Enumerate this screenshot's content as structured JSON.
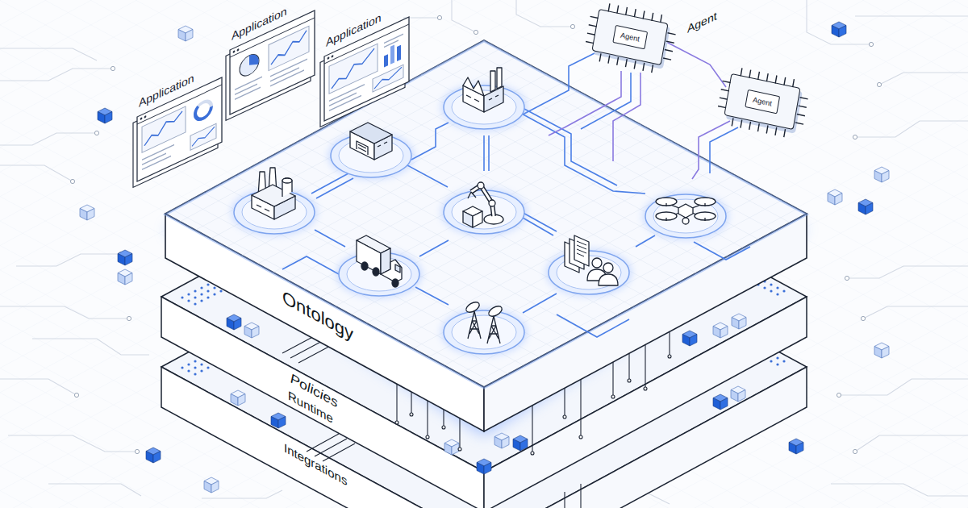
{
  "diagram": {
    "nodes": [
      {
        "text": [
          "Application"
        ]
      },
      {
        "text": [
          "Application"
        ]
      },
      {
        "text": [
          "Application"
        ]
      },
      {
        "text": [
          "Agent"
        ]
      },
      {
        "text": [
          "Agent"
        ]
      }
    ],
    "labels": [
      "Agent",
      "Ontology",
      "Policies",
      "Runtime",
      "Integrations"
    ]
  }
}
